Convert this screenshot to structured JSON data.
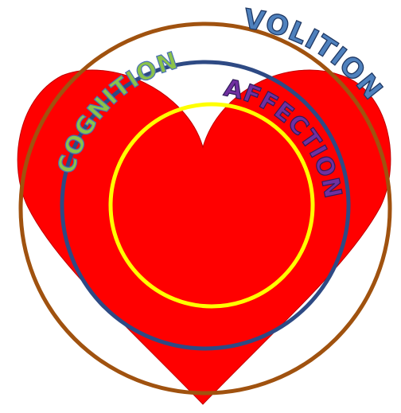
{
  "labels": {
    "cognition": "COGNITION",
    "volition": "VOLITION",
    "affection": "AFFECTION"
  },
  "colors": {
    "heart_fill": "#ff0000",
    "heart_outline": "#c00000",
    "outer_ring": "#a0520f",
    "middle_ring": "#2e4a84",
    "inner_ring": "#ffff00",
    "cognition_fill": "#8bc34a",
    "cognition_stroke": "#4a6fb5",
    "volition_fill": "#4f81bd",
    "volition_stroke": "#1f3864",
    "affection_fill": "#7030a0",
    "affection_stroke": "#2f1b5a",
    "background": "#ffffff"
  }
}
